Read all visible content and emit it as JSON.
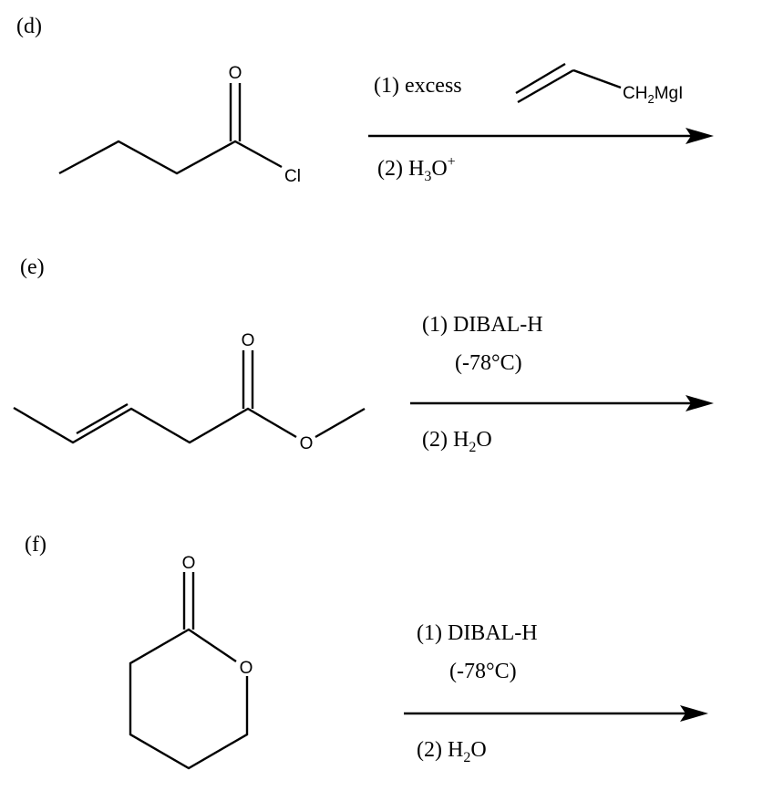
{
  "reactions": [
    {
      "label": "(d)",
      "reactant_atoms": {
        "O": "O",
        "Cl": "Cl"
      },
      "step1_prefix": "(1) excess",
      "reagent_atoms": {
        "CH": "CH",
        "sub2": "2",
        "MgI": "MgI"
      },
      "step2": {
        "prefix": "(2) H",
        "sub": "3",
        "mid": "O",
        "sup": "+"
      }
    },
    {
      "label": "(e)",
      "reactant_atoms": {
        "O_carbonyl": "O",
        "O_ester": "O"
      },
      "step1_line1": "(1) DIBAL-H",
      "step1_line2": "(-78°C)",
      "step2": {
        "prefix": "(2) H",
        "sub": "2",
        "mid": "O"
      }
    },
    {
      "label": "(f)",
      "reactant_atoms": {
        "O_carbonyl": "O",
        "O_ring": "O"
      },
      "step1_line1": "(1) DIBAL-H",
      "step1_line2": "(-78°C)",
      "step2": {
        "prefix": "(2) H",
        "sub": "2",
        "mid": "O"
      }
    }
  ]
}
